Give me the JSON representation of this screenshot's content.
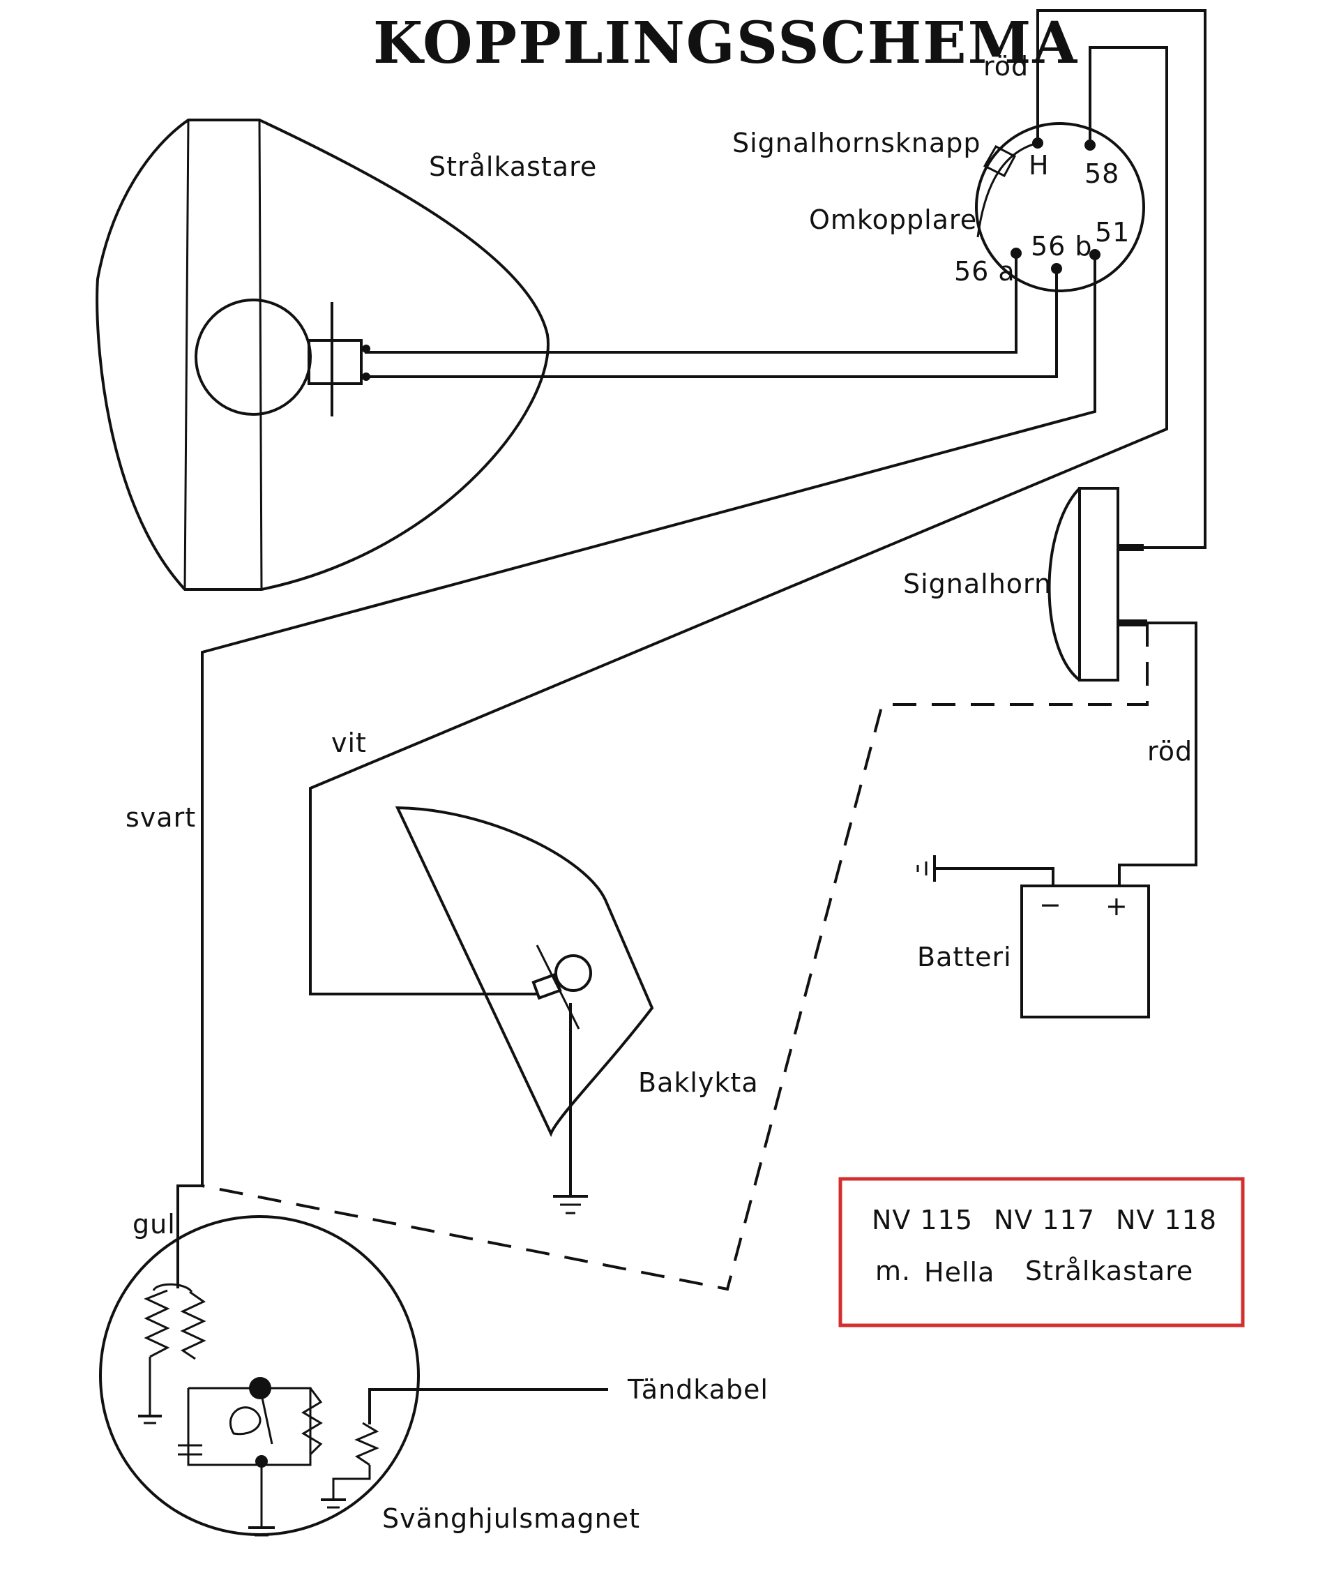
{
  "title": "KOPPLINGSSCHEMA",
  "labels": {
    "headlight": "Strålkastare",
    "horn_button": "Signalhornsknapp",
    "switch": "Omkopplare",
    "terminal_h": "H",
    "terminal_58": "58",
    "terminal_56a": "56 a",
    "terminal_56b": "56 b",
    "terminal_51": "51",
    "wire_rod_top": "röd",
    "horn": "Signalhorn",
    "wire_rod_right": "röd",
    "battery": "Batteri",
    "battery_minus": "−",
    "battery_plus": "+",
    "wire_vit": "vit",
    "wire_svart": "svart",
    "tail_light": "Baklykta",
    "wire_gul": "gul",
    "ignition_cable": "Tändkabel",
    "magneto": "Svänghjulsmagnet"
  },
  "infobox": {
    "models": [
      "NV 115",
      "NV 117",
      "NV 118"
    ],
    "prefix": "m.",
    "brand": "Hella",
    "product": "Strålkastare"
  },
  "colors": {
    "ink": "#111111",
    "infobox_border": "#d32f2f",
    "background": "#ffffff"
  }
}
